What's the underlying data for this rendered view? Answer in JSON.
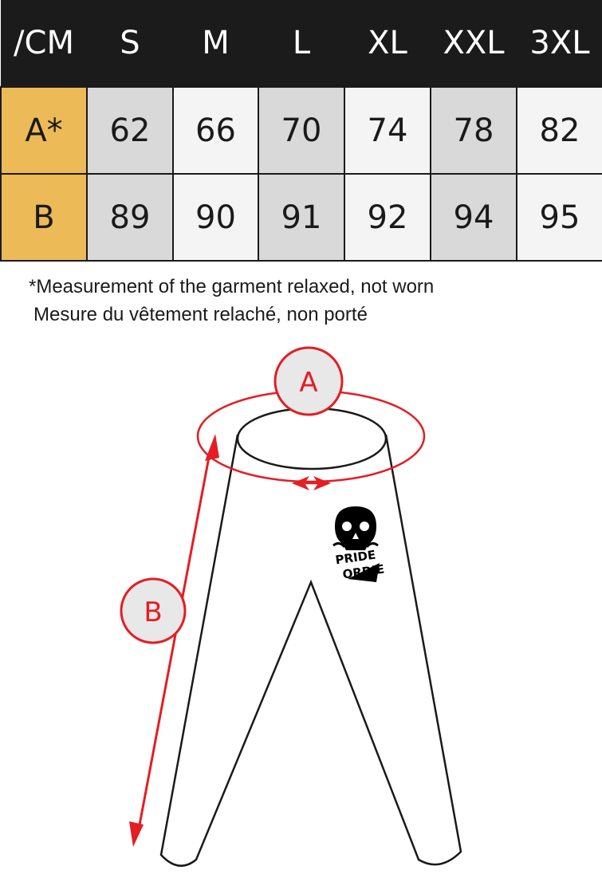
{
  "table": {
    "unit_label": "/CM",
    "sizes": [
      "S",
      "M",
      "L",
      "XL",
      "XXL",
      "3XL"
    ],
    "rows": [
      {
        "label": "A*",
        "values": [
          "62",
          "66",
          "70",
          "74",
          "78",
          "82"
        ]
      },
      {
        "label": "B",
        "values": [
          "89",
          "90",
          "91",
          "92",
          "94",
          "95"
        ]
      }
    ]
  },
  "notes": {
    "english": "*Measurement of the garment relaxed, not worn",
    "french": "Mesure du vêtement relaché, non porté"
  },
  "diagram": {
    "marker_a": "A",
    "marker_b": "B",
    "logo_top": "PRIDE",
    "logo_bottom": "ORDIE",
    "accent_color": "#e31e24",
    "header_color": "#1b1b1b",
    "row_label_color": "#ecba57",
    "icons": [
      "skull-logo-icon",
      "double-arrow-icon"
    ]
  }
}
